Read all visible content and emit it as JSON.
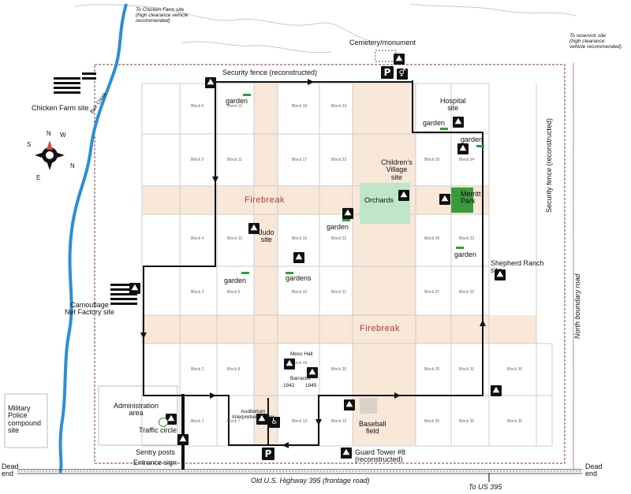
{
  "labels": {
    "chicken_farm_note": "To Chicken Farm site\n(high clearance vehicle\nrecommended)",
    "reservoir_note": "To reservoir site\n(high clearance\nvehicle recommended)",
    "cemetery": "Cemetery/monument",
    "security_fence_top": "Security fence (reconstructed)",
    "security_fence_right": "Security fence (reconstructed)",
    "north_boundary_road": "North boundary road",
    "chicken_farm_site": "Chicken Farm site",
    "bair_creek": "Bair Creek",
    "hospital_site": "Hospital\nsite",
    "childrens_village": "Children's\nVillage\nsite",
    "orchards": "Orchards",
    "merritt_park": "Merritt\nPark",
    "judo_site": "Judo\nsite",
    "shepherd_ranch": "Shepherd Ranch\nsite",
    "camouflage": "Camouflage\nNet Factory site",
    "firebreak_top": "Firebreak",
    "firebreak_mid": "Firebreak",
    "mess_hall": "Mess Hall",
    "barracks": "Barracks",
    "barracks_1942": "1942",
    "barracks_1945": "1945",
    "auditorium": "Auditorium\nInterpretive Center",
    "baseball": "Baseball\nfield",
    "administration": "Administration\narea",
    "traffic_circle": "Traffic circle",
    "military_police": "Military\nPolice\ncompound\nsite",
    "sentry_posts": "Sentry posts",
    "entrance_sign": "Entrance sign",
    "guard_tower": "Guard Tower #8\n(reconstructed)",
    "dead_end_left": "Dead\nend",
    "dead_end_right": "Dead\nend",
    "highway": "Old U.S. Highway 395 (frontage road)",
    "to_us395": "To US 395",
    "compass_n": "N",
    "compass_s": "S",
    "compass_e": "E",
    "compass_w": "W"
  },
  "gardens": [
    "garden",
    "garden",
    "garden",
    "garden",
    "garden",
    "garden",
    "gardens",
    "garden"
  ],
  "blocks": [
    "Block 6",
    "Block 12",
    "Block 18",
    "Block 24",
    "Block 5",
    "Block 11",
    "Block 17",
    "Block 23",
    "Block 29",
    "Block 34",
    "Block 4",
    "Block 10",
    "Block 16",
    "Block 22",
    "Block 28",
    "Block 33",
    "Block 3",
    "Block 9",
    "Block 15",
    "Block 21",
    "Block 27",
    "Block 32",
    "Block 2",
    "Block 8",
    "Block 14",
    "Block 20",
    "Block 26",
    "Block 31",
    "Block 36",
    "Block 1",
    "Block 7",
    "Block 13",
    "Block 19",
    "Block 25",
    "Block 30",
    "Block 35"
  ],
  "icons": {
    "hiking": "hiking-icon",
    "parking": "P",
    "restroom": "restroom-icon",
    "accessible": "wheelchair-icon"
  },
  "colors": {
    "firebreak": "#f9e7d8",
    "fence": "#8b2e2e",
    "road": "#111111",
    "creek": "#2b8fd6",
    "orchard": "#bfe6c9",
    "park": "#3a9b3a",
    "grid": "#cccccc"
  }
}
